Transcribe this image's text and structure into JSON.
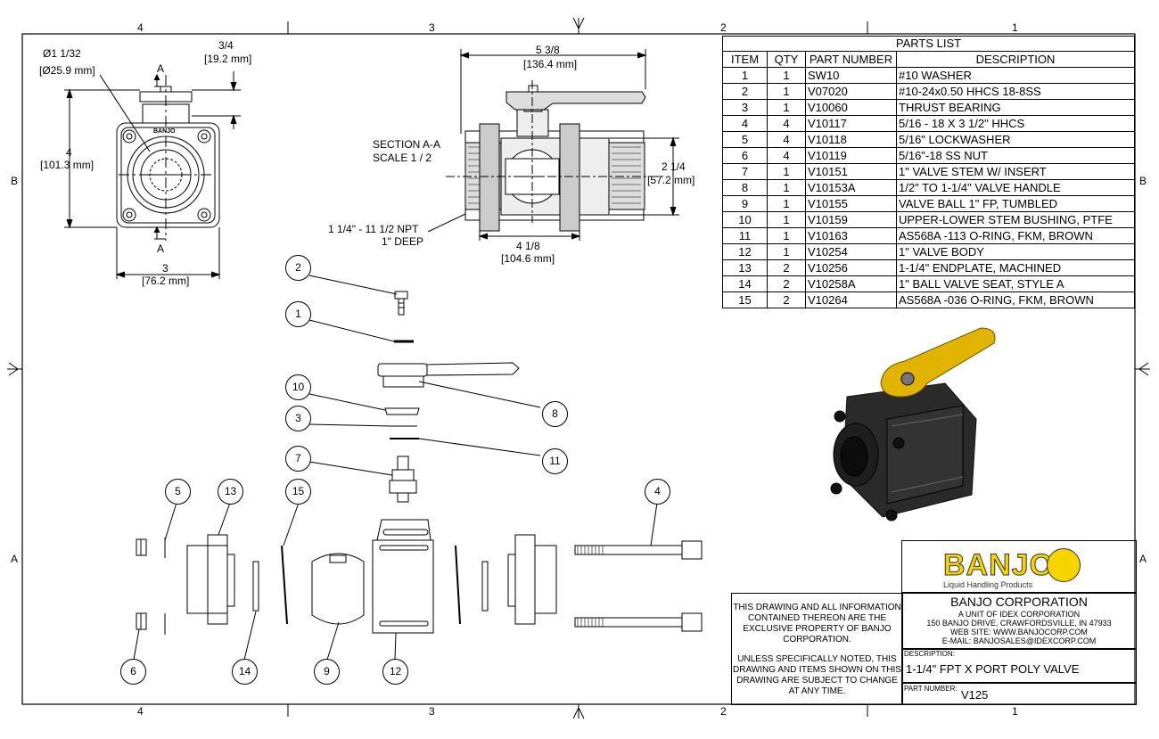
{
  "zones": {
    "top": [
      "4",
      "3",
      "2",
      "1"
    ],
    "bottom": [
      "4",
      "3",
      "2",
      "1"
    ],
    "left": [
      "B",
      "A"
    ],
    "right": [
      "B",
      "A"
    ]
  },
  "dims": {
    "dia": "Ø1 1/32",
    "dia_mm": "[Ø25.9 mm]",
    "three_quarter": "3/4",
    "three_quarter_mm": "[19.2 mm]",
    "four": "4",
    "four_mm": "[101.3 mm]",
    "three": "3",
    "three_mm": "[76.2 mm]",
    "five_3_8": "5 3/8",
    "five_3_8_mm": "[136.4 mm]",
    "two_1_4": "2 1/4",
    "two_1_4_mm": "[57.2 mm]",
    "four_1_8": "4 1/8",
    "four_1_8_mm": "[104.6 mm]",
    "npt": "1 1/4\" - 11 1/2 NPT",
    "npt_deep": "1\" DEEP",
    "section": "SECTION A-A",
    "scale": "SCALE 1 / 2",
    "sec_a": "A"
  },
  "parts_list": {
    "title": "PARTS LIST",
    "headers": [
      "ITEM",
      "QTY",
      "PART NUMBER",
      "DESCRIPTION"
    ],
    "rows": [
      [
        "1",
        "1",
        "SW10",
        "#10 WASHER"
      ],
      [
        "2",
        "1",
        "V07020",
        "#10-24x0.50 HHCS 18-8SS"
      ],
      [
        "3",
        "1",
        "V10060",
        "THRUST BEARING"
      ],
      [
        "4",
        "4",
        "V10117",
        "5/16 - 18 X 3 1/2\" HHCS"
      ],
      [
        "5",
        "4",
        "V10118",
        "5/16\" LOCKWASHER"
      ],
      [
        "6",
        "4",
        "V10119",
        "5/16\"-18 SS NUT"
      ],
      [
        "7",
        "1",
        "V10151",
        "1\" VALVE STEM W/ INSERT"
      ],
      [
        "8",
        "1",
        "V10153A",
        "1/2\" TO 1-1/4\" VALVE HANDLE"
      ],
      [
        "9",
        "1",
        "V10155",
        "VALVE BALL 1\" FP, TUMBLED"
      ],
      [
        "10",
        "1",
        "V10159",
        "UPPER-LOWER STEM BUSHING, PTFE"
      ],
      [
        "11",
        "1",
        "V10163",
        "AS568A -113 O-RING, FKM, BROWN"
      ],
      [
        "12",
        "1",
        "V10254",
        "1\" VALVE BODY"
      ],
      [
        "13",
        "2",
        "V10256",
        "1-1/4\" ENDPLATE, MACHINED"
      ],
      [
        "14",
        "2",
        "V10258A",
        "1\" BALL VALVE SEAT, STYLE A"
      ],
      [
        "15",
        "2",
        "V10264",
        "AS568A -036 O-RING, FKM, BROWN"
      ]
    ]
  },
  "balloons": [
    "2",
    "1",
    "10",
    "3",
    "7",
    "8",
    "11",
    "5",
    "13",
    "15",
    "4",
    "6",
    "14",
    "9",
    "12"
  ],
  "body_brand": "BANJO",
  "title_block": {
    "logo": "BANJO",
    "logo_sub": "Liquid Handling Products",
    "company": "BANJO CORPORATION",
    "unit": "A UNIT OF IDEX CORPORATION",
    "address": "150 BANJO DRIVE, CRAWFORDSVILLE, IN 47933",
    "web": "WEB SITE: WWW.BANJOCORP.COM",
    "email": "E-MAIL: BANJOSALES@IDEXCORP.COM",
    "desc_label": "DESCRIPTION:",
    "desc": "1-1/4\" FPT X PORT POLY VALVE",
    "pn_label": "PART NUMBER:",
    "pn": "V125",
    "notice1": "THIS DRAWING AND ALL INFORMATION CONTAINED THEREON ARE THE EXCLUSIVE PROPERTY OF BANJO CORPORATION.",
    "notice2": "UNLESS SPECIFICALLY NOTED, THIS DRAWING AND ITEMS SHOWN ON THIS DRAWING ARE SUBJECT TO CHANGE AT ANY TIME."
  },
  "colors": {
    "handle": "#e0b400",
    "body": "#2a2a2a",
    "logo_yellow": "#f5d400"
  }
}
